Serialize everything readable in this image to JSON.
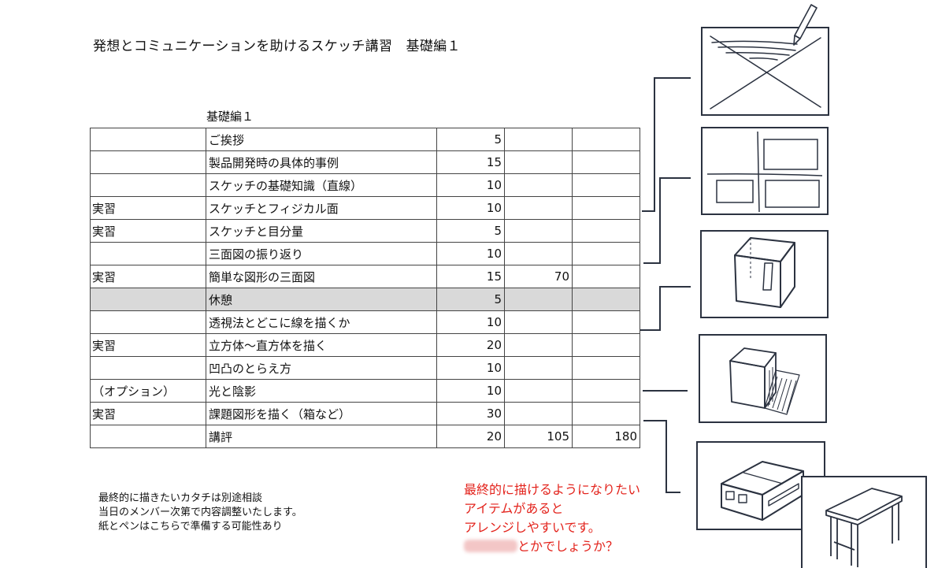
{
  "page": {
    "title": "発想とコミュニケーションを助けるスケッチ講習　基礎編１",
    "table_caption": "基礎編１"
  },
  "schedule": [
    {
      "tag": "",
      "topic": "ご挨拶",
      "minutes": "5",
      "subtotal": "",
      "total": ""
    },
    {
      "tag": "",
      "topic": "製品開発時の具体的事例",
      "minutes": "15",
      "subtotal": "",
      "total": ""
    },
    {
      "tag": "",
      "topic": "スケッチの基礎知識（直線）",
      "minutes": "10",
      "subtotal": "",
      "total": ""
    },
    {
      "tag": "実習",
      "topic": "スケッチとフィジカル面",
      "minutes": "10",
      "subtotal": "",
      "total": ""
    },
    {
      "tag": "実習",
      "topic": "スケッチと目分量",
      "minutes": "5",
      "subtotal": "",
      "total": ""
    },
    {
      "tag": "",
      "topic": "三面図の振り返り",
      "minutes": "10",
      "subtotal": "",
      "total": ""
    },
    {
      "tag": "実習",
      "topic": "簡単な図形の三面図",
      "minutes": "15",
      "subtotal": "70",
      "total": ""
    },
    {
      "tag": "",
      "topic": "休憩",
      "minutes": "5",
      "subtotal": "",
      "total": "",
      "highlight": true
    },
    {
      "tag": "",
      "topic": "透視法とどこに線を描くか",
      "minutes": "10",
      "subtotal": "",
      "total": ""
    },
    {
      "tag": "実習",
      "topic": "立方体～直方体を描く",
      "minutes": "20",
      "subtotal": "",
      "total": ""
    },
    {
      "tag": "",
      "topic": "凹凸のとらえ方",
      "minutes": "10",
      "subtotal": "",
      "total": ""
    },
    {
      "tag": "（オプション）",
      "topic": "光と陰影",
      "minutes": "10",
      "subtotal": "",
      "total": ""
    },
    {
      "tag": "実習",
      "topic": "課題図形を描く（箱など）",
      "minutes": "30",
      "subtotal": "",
      "total": ""
    },
    {
      "tag": "",
      "topic": "講評",
      "minutes": "20",
      "subtotal": "105",
      "total": "180"
    }
  ],
  "notes": [
    "最終的に描きたいカタチは別途相談",
    "当日のメンバー次第で内容調整いたします。",
    "紙とペンはこちらで準備する可能性あり"
  ],
  "comment": {
    "lines": [
      "最終的に描けるようになりたい",
      "アイテムがあると",
      "アレンジしやすいです。"
    ],
    "last_line_suffix": "とかでしょうか？",
    "color": "#e3231c"
  },
  "sketches": [
    {
      "name": "sketch-pencil-lines",
      "icon": "pencil-icon"
    },
    {
      "name": "sketch-layout-grid"
    },
    {
      "name": "sketch-box-three-view"
    },
    {
      "name": "sketch-cube-shading"
    },
    {
      "name": "sketch-speaker-box"
    },
    {
      "name": "sketch-table"
    }
  ],
  "colors": {
    "line": "#2b3240",
    "break_row": "#d9d9d9"
  }
}
